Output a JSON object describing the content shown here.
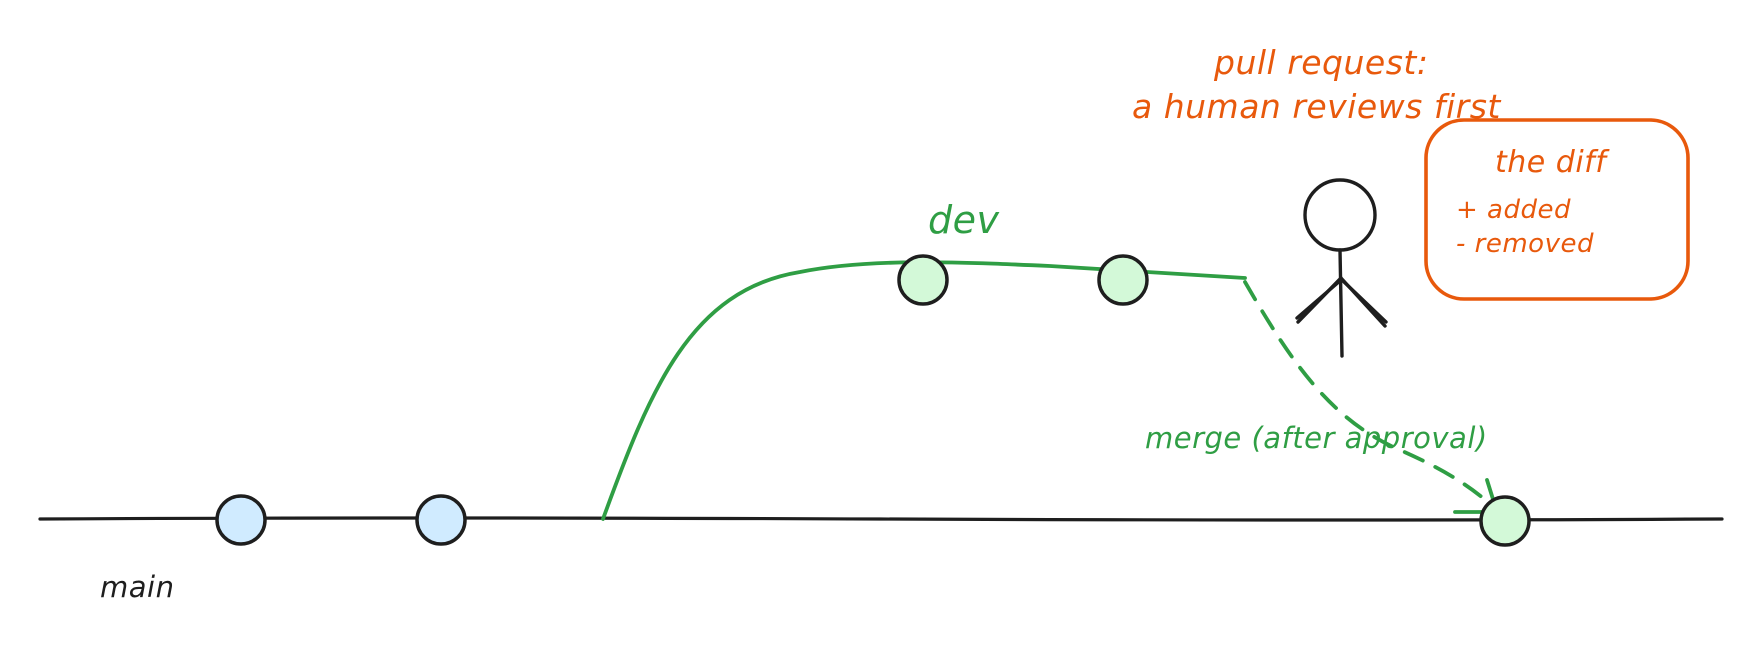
{
  "labels": {
    "main": "main",
    "dev": "dev",
    "pull_request_line1": "pull request:",
    "pull_request_line2": "a human reviews first",
    "merge": "merge (after approval)"
  },
  "diff_box": {
    "title": "the diff",
    "added": "+ added",
    "removed": "- removed"
  },
  "colors": {
    "main_line": "#1e1e1e",
    "main_commit_fill": "#d0ebff",
    "dev_line": "#2f9e44",
    "dev_commit_fill": "#d3f9d8",
    "annotation": "#e8590c",
    "reviewer": "#1e1e1e"
  },
  "icons": {
    "reviewer": "stick-figure-icon"
  }
}
